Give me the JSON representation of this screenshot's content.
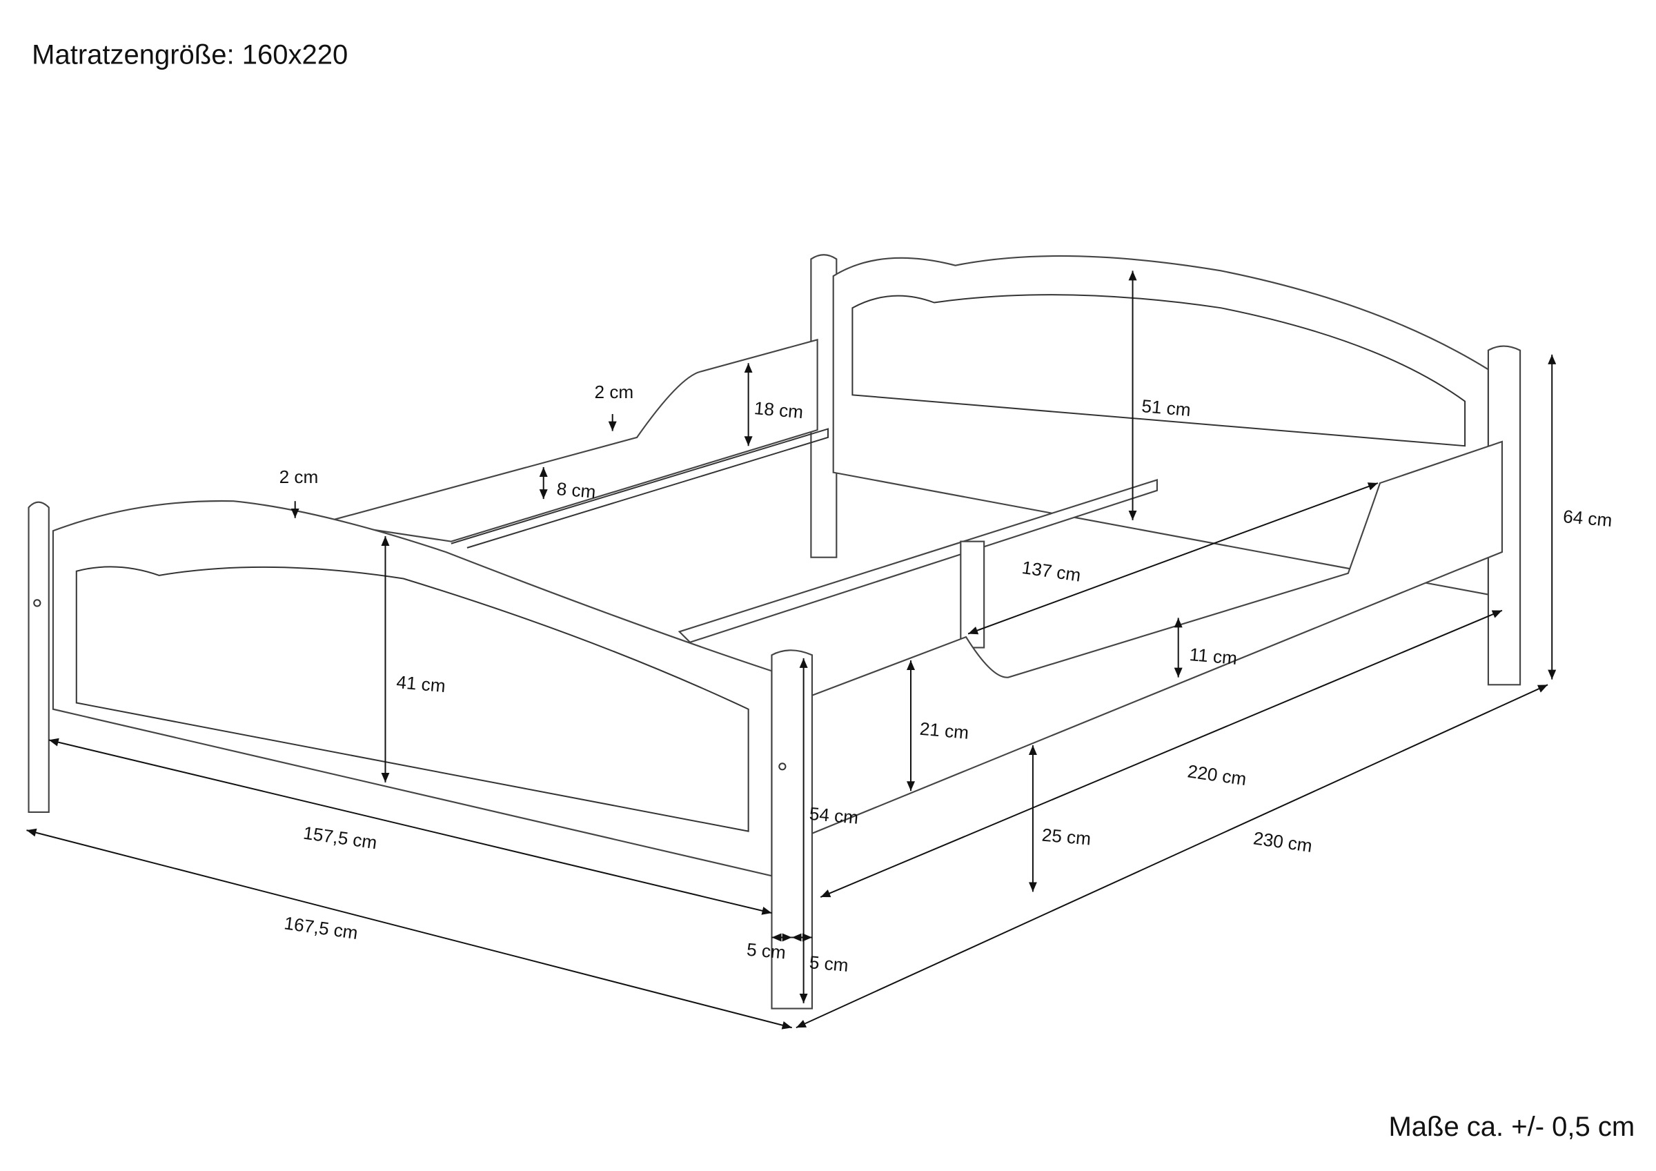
{
  "title": "Matratzengröße: 160x220",
  "footer": "Maße ca. +/- 0,5 cm",
  "dimensions": {
    "side_rail_height_top": "2 cm",
    "side_rail_height_left": "2 cm",
    "side_cut_depth": "18 cm",
    "slat_ledge": "8 cm",
    "headboard_panel": "51 cm",
    "overall_height": "64 cm",
    "inner_width": "137 cm",
    "footboard_panel": "41 cm",
    "rail_cut": "11 cm",
    "rail_height": "21 cm",
    "inner_length": "220 cm",
    "footboard_post": "54 cm",
    "clearance": "25 cm",
    "outer_length": "230 cm",
    "inner_footboard_width": "157,5 cm",
    "outer_width": "167,5 cm",
    "post_width_a": "5 cm",
    "post_width_b": "5 cm"
  }
}
